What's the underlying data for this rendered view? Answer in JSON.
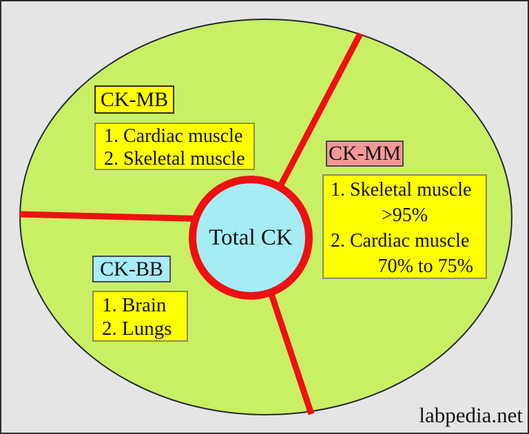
{
  "diagram": {
    "title_center": "Total CK",
    "watermark": "labpedia.net",
    "sections": [
      {
        "id": "ck-mb",
        "label": "CK-MB",
        "items": [
          "1. Cardiac muscle",
          "2. Skeletal muscle"
        ]
      },
      {
        "id": "ck-mm",
        "label": "CK-MM",
        "items": [
          "1. Skeletal muscle",
          ">95%",
          "2. Cardiac muscle",
          "70% to 75%"
        ]
      },
      {
        "id": "ck-bb",
        "label": "CK-BB",
        "items": [
          "1. Brain",
          "2. Lungs"
        ]
      }
    ]
  },
  "colors": {
    "background_gray": "#e5e5e5",
    "ellipse_green": "#c9ef65",
    "divider_red": "#ee1111",
    "center_cyan": "#a5ecf5",
    "box_yellow": "#ffff00",
    "ckmm_pink": "#f29898",
    "ckbb_cyan": "#a8ecf8",
    "text_black": "#111111"
  }
}
